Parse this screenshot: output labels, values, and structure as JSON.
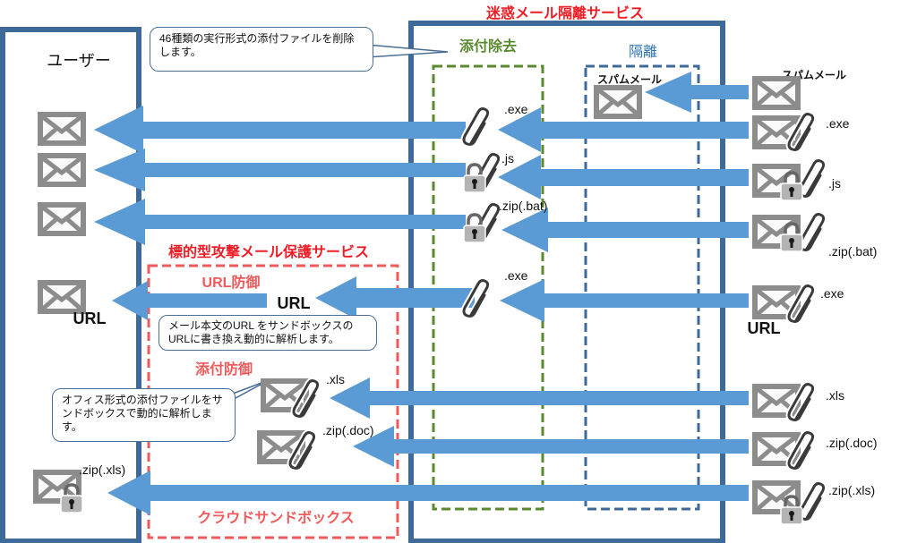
{
  "colors": {
    "box_border": "#3d6a99",
    "arrow_fill": "#5b9bd5",
    "red": "#ee1c25",
    "red_dashed": "#f05a5a",
    "green_dashed": "#5a8a2f",
    "blue_dashed": "#3d6a99",
    "envelope": "#8c8c8c"
  },
  "titles": {
    "spam_service": "迷惑メール隔離サービス",
    "user": "ユーザー",
    "attach_removal": "添付除去",
    "quarantine": "隔離",
    "targeted_attack": "標的型攻撃メール保護サービス",
    "url_defense": "URL防御",
    "attach_defense": "添付防御",
    "cloud_sandbox": "クラウドサンドボックス"
  },
  "callouts": {
    "attach_removal": "46種類の実行形式の添付ファイルを削除します。",
    "url_rewrite": "メール本文のURL をサンドボックスのURLに書き換え動的に解析します。",
    "office_sandbox": "オフィス形式の添付ファイルをサンドボックスで動的に解析します。"
  },
  "labels": {
    "spam_mail_incoming": "スパムメール",
    "spam_mail_quarantined": "スパムメール",
    "url": "URL",
    "exe": ".exe",
    "js": ".js",
    "zip_bat": ".zip(.bat)",
    "xls": ".xls",
    "zip_doc": ".zip(.doc)",
    "zip_xls": ".zip(.xls)"
  },
  "icons": [
    "envelope-icon",
    "paperclip-icon",
    "lock-icon"
  ]
}
